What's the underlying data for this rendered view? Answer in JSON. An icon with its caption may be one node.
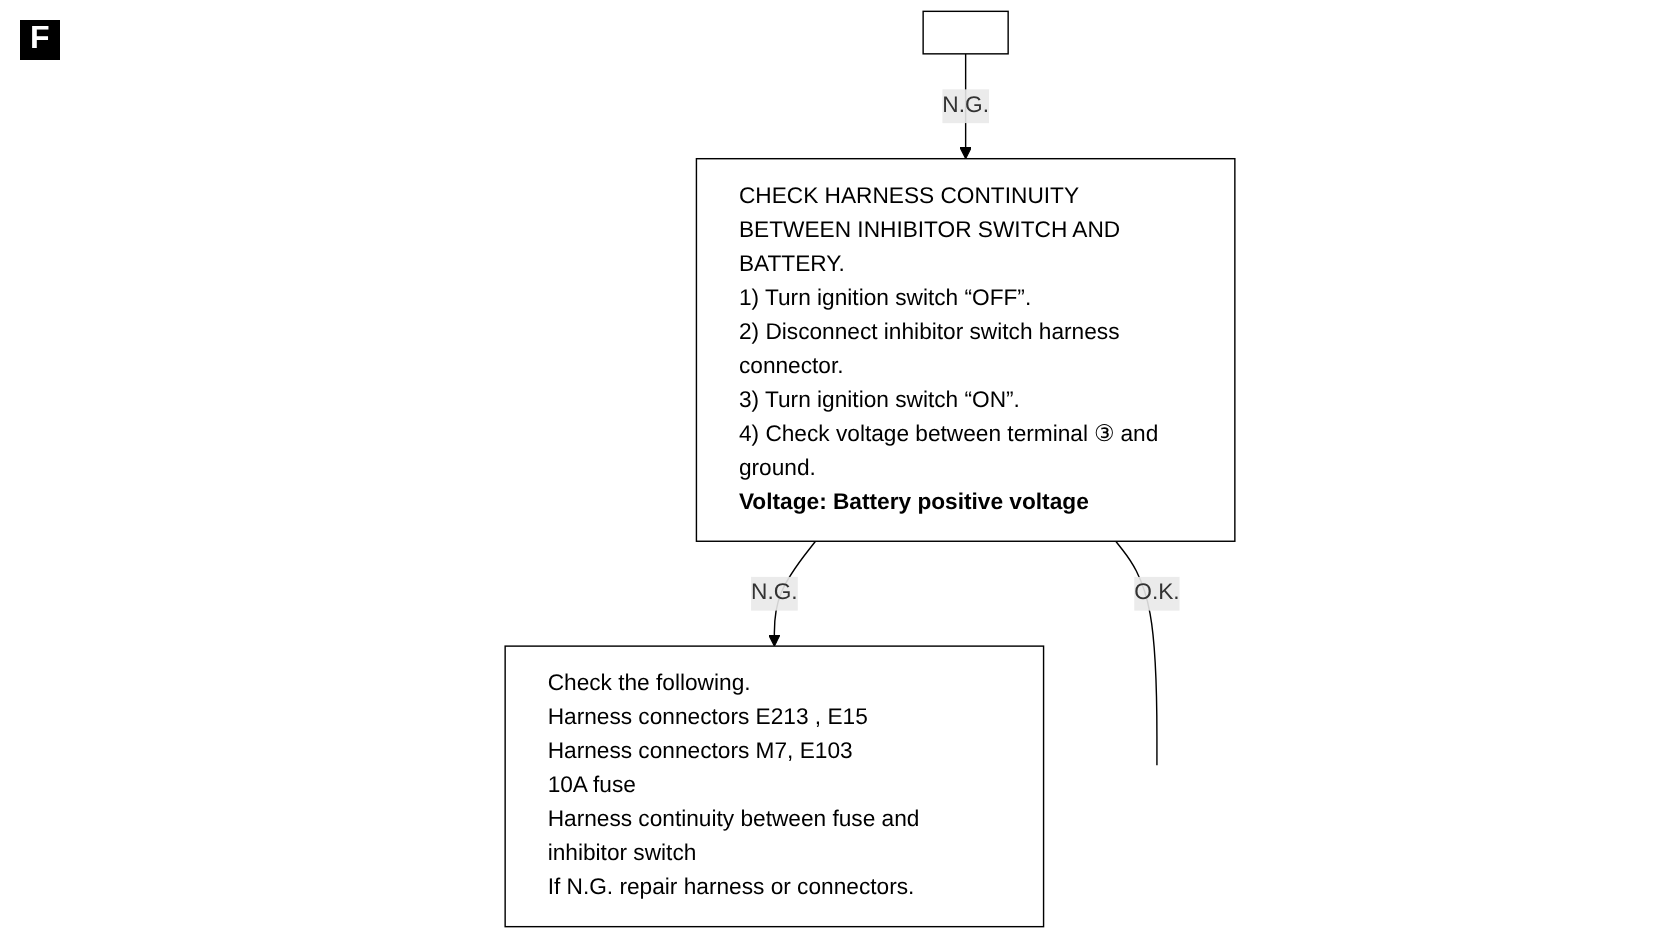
{
  "diagram": {
    "nodes": [
      {
        "text": [],
        "shape": "box"
      },
      {
        "text": [
          "CHECK HARNESS CONTINUITY BETWEEN INHIBITOR SWITCH AND BATTERY.",
          "1) Turn ignition switch “OFF”.",
          "2) Disconnect inhibitor switch harness connector.",
          "3) Turn ignition switch “ON”.",
          "4) Check voltage between terminal ③ and ground.",
          "Voltage: Battery positive voltage"
        ]
      },
      {
        "text": [
          "Check the following.",
          "Harness connectors E213 , E15",
          "Harness connectors M7, E103",
          "10A fuse",
          "Harness continuity between fuse and inhibitor switch",
          "If N.G. repair harness or connectors."
        ]
      }
    ],
    "edges": [
      {
        "from": 0,
        "to": 1,
        "arrow": "to",
        "label": "N.G."
      },
      {
        "from": 1,
        "to": 2,
        "arrow": "to",
        "label": "N.G."
      },
      {
        "from": 1,
        "to": null,
        "arrow": "none",
        "label": "O.K."
      }
    ],
    "labels": [
      "F"
    ]
  }
}
